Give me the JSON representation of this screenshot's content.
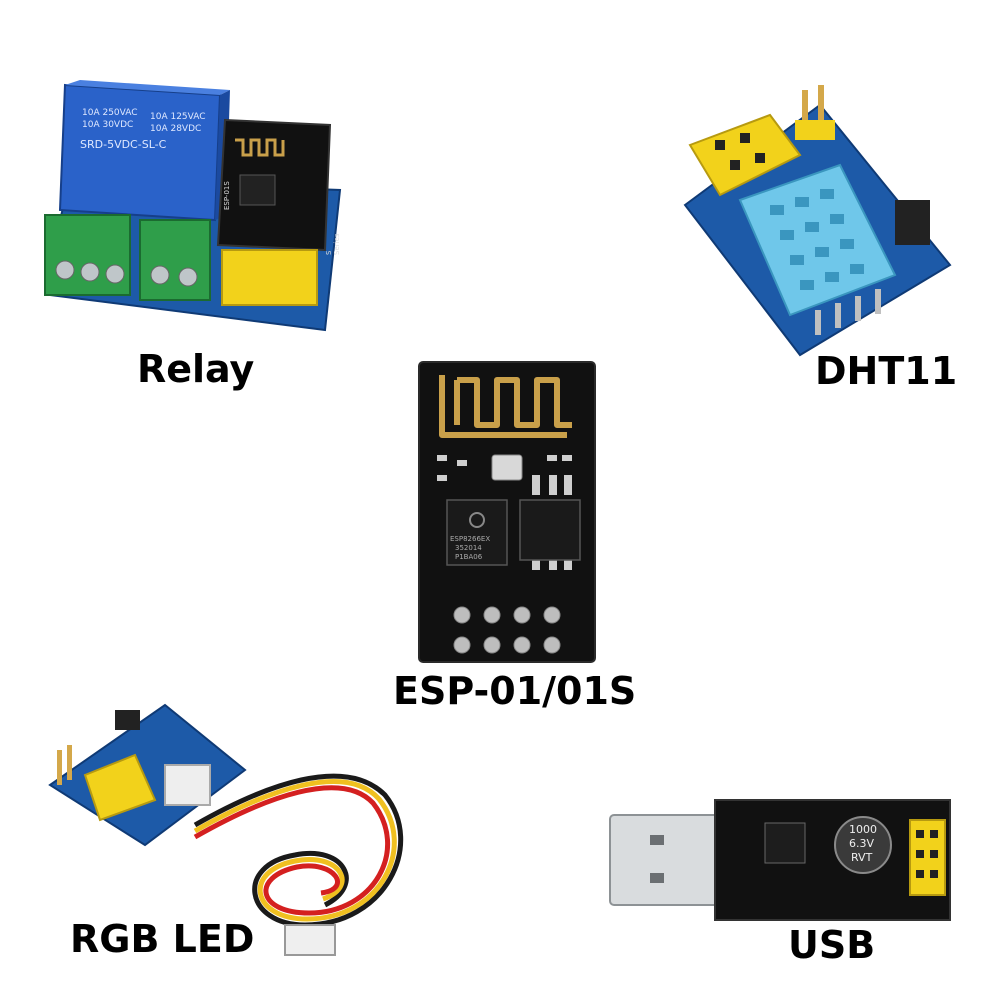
{
  "labels": {
    "relay": "Relay",
    "dht11": "DHT11",
    "esp": "ESP-01/01S",
    "rgb": "RGB LED",
    "usb": "USB"
  },
  "markings": {
    "relay_line1": "10A 250VAC",
    "relay_line2": "10A 30VDC",
    "relay_line3": "10A 125VAC",
    "relay_line4": "10A 28VDC",
    "relay_model": "SRD-5VDC-SL-C",
    "relay_board_esp": "ESP-01S",
    "relay_board_series": "S Series",
    "esp_chip_line1": "ESP8266EX",
    "esp_chip_line2": "352014",
    "esp_chip_line3": "P1BA06",
    "usb_cap_line1": "1000",
    "usb_cap_line2": "6.3V",
    "usb_cap_line3": "RVT"
  },
  "colors": {
    "background": "#ffffff",
    "pcb_black": "#111111",
    "pcb_blue": "#1d5aa8",
    "relay_blue": "#2a62c9",
    "terminal_green": "#2f9e4a",
    "header_yellow": "#f2d21b",
    "sensor_cyan": "#6fc7ea",
    "gold": "#c9a04a",
    "wire_red": "#d42020",
    "wire_yellow": "#f0c020",
    "wire_black": "#1a1a1a"
  }
}
